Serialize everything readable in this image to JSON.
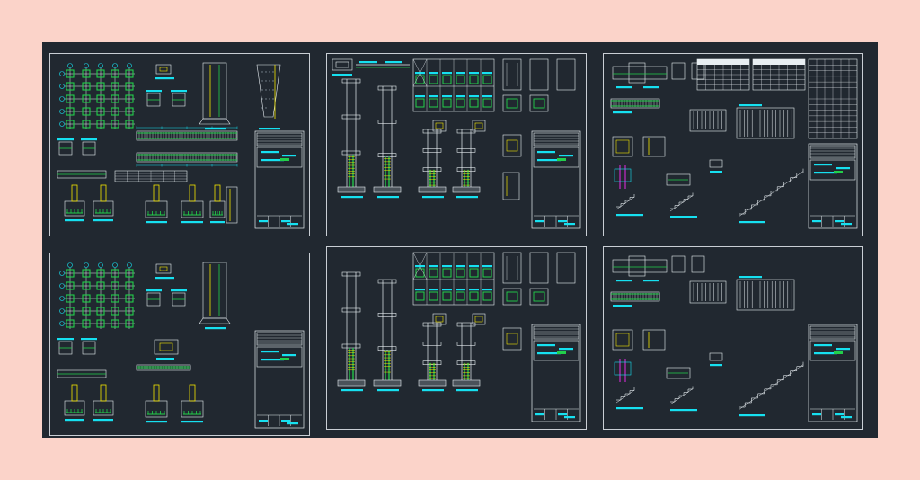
{
  "image": {
    "background_color": "#fbd3c9",
    "canvas_color": "#212830",
    "sheet_border_color": "#c9ced4",
    "line_colors": {
      "cyan": "#16e0f0",
      "white": "#e8eef2",
      "green": "#22d04a",
      "yellow": "#f5e600",
      "magenta": "#d62ad6",
      "red": "#ff3030",
      "grey": "#7f8c96"
    }
  },
  "sheets": [
    {
      "id": "sheet-1",
      "theme": "foundation-plan-and-footing-details",
      "row": 1,
      "col": 1
    },
    {
      "id": "sheet-2",
      "theme": "column-elevations-and-sections",
      "row": 1,
      "col": 2
    },
    {
      "id": "sheet-3",
      "theme": "beam-details-stairs-and-schedules",
      "row": 1,
      "col": 3
    },
    {
      "id": "sheet-4",
      "theme": "foundation-plan-and-footing-details",
      "row": 2,
      "col": 1
    },
    {
      "id": "sheet-5",
      "theme": "column-elevations-and-sections",
      "row": 2,
      "col": 2
    },
    {
      "id": "sheet-6",
      "theme": "beam-details-and-stairs",
      "row": 2,
      "col": 3
    }
  ]
}
